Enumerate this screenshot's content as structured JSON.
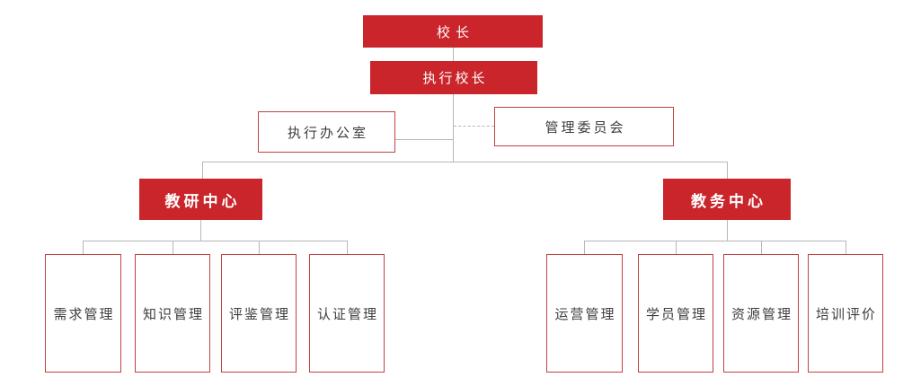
{
  "org": {
    "root": "校长",
    "deputy": "执行校长",
    "office": "执行办公室",
    "committee": "管理委员会",
    "centers": [
      {
        "label": "教研中心",
        "children": [
          "需求管理",
          "知识管理",
          "评鉴管理",
          "认证管理"
        ]
      },
      {
        "label": "教务中心",
        "children": [
          "运营管理",
          "学员管理",
          "资源管理",
          "培训评价"
        ]
      }
    ]
  },
  "colors": {
    "primary_red": "#c9252b",
    "box_border_red": "#bf4340",
    "connector_gray": "#b7b7b7",
    "outlined_text": "#3d3d3d"
  }
}
